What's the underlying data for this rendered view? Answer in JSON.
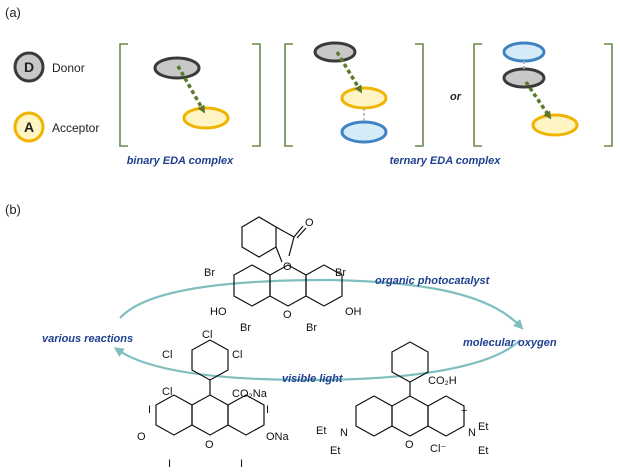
{
  "panel_a": {
    "label": "(a)",
    "legend": {
      "donor_letter": "D",
      "donor_label": "Donor",
      "acceptor_letter": "A",
      "acceptor_label": "Acceptor"
    },
    "binary_caption": "binary  EDA  complex",
    "ternary_caption": "ternary  EDA  complex",
    "or_text": "or"
  },
  "panel_b": {
    "label": "(b)",
    "cycle_labels": {
      "organic_photocatalyst": "organic photocatalyst",
      "various_reactions": "various reactions",
      "molecular_oxygen": "molecular oxygen",
      "visible_light": "visible light"
    },
    "eosin": {
      "br1": "Br",
      "br2": "Br",
      "br3": "Br",
      "br4": "Br",
      "ho": "HO",
      "oh": "OH",
      "o_ring": "O",
      "o_lac": "O",
      "o_carb": "O"
    },
    "rose_bengal": {
      "cl1": "Cl",
      "cl2": "Cl",
      "cl3": "Cl",
      "cl4": "Cl",
      "co2na": "CO₂Na",
      "i1": "I",
      "i2": "I",
      "i3": "I",
      "i4": "I",
      "o_keto": "O",
      "o_ring": "O",
      "ona": "ONa"
    },
    "rhodamine": {
      "co2h": "CO₂H",
      "et1": "Et",
      "et2": "Et",
      "et3": "Et",
      "et4": "Et",
      "n1": "N",
      "n2": "N",
      "plus": "+",
      "o_ring": "O",
      "cl": "Cl⁻"
    }
  },
  "colors": {
    "donor_fill": "#c8c8c8",
    "donor_stroke": "#3a3a3a",
    "acceptor_fill": "#fff4c4",
    "acceptor_stroke": "#f0b400",
    "third_fill": "#d6ebf8",
    "third_stroke": "#3f83c4",
    "arrow": "#5a7a2a",
    "bracket": "#6a8a4a",
    "cycle": "#7fbfbf",
    "caption": "#1f3f8f"
  }
}
